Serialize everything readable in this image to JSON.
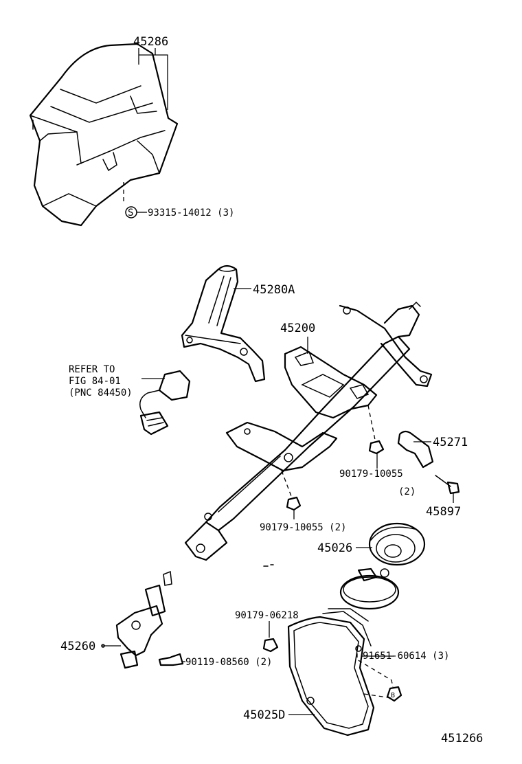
{
  "labels": {
    "column_cover": "45286",
    "cover_screw": "93315-14012 (3)",
    "screw_symbol": "S",
    "tilt_lever": "45280A",
    "column_assy": "45200",
    "refer_line1": "REFER TO",
    "refer_line2": "FIG 84-01",
    "refer_line3": "(PNC 84450)",
    "bracket": "45271",
    "nut_right": "90179-10055",
    "nut_right_qty": "(2)",
    "bolt_right": "45897",
    "nut_left": "90179-10055 (2)",
    "hole_cover": "45026",
    "nut_small": "90179-06218",
    "intermediate_shaft": "45260",
    "bolt_shaft": "90119-08560 (2)",
    "clip": "91651-60614 (3)",
    "clip_symbol": "B",
    "boot": "45025D",
    "diagram_id": "451266"
  }
}
